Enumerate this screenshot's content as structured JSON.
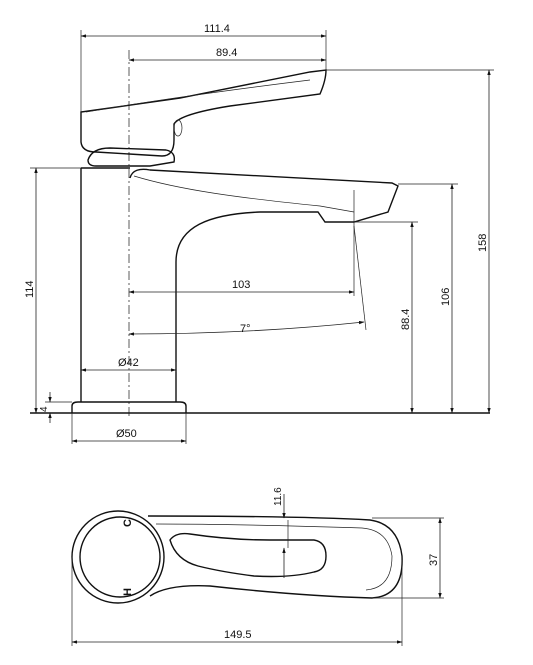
{
  "side_view": {
    "dims": {
      "overall_width": "111.4",
      "handle_width": "89.4",
      "overall_height": "158",
      "spout_height": "106",
      "outlet_height": "88.4",
      "body_height": "114",
      "base_thickness": "4",
      "spout_reach": "103",
      "spout_angle": "7°",
      "body_diameter": "Ø42",
      "base_diameter": "Ø50"
    }
  },
  "top_view": {
    "dims": {
      "overall_length": "149.5",
      "handle_width": "37",
      "handle_offset": "11.6"
    },
    "marks": {
      "cold": "C",
      "hot": "H"
    }
  }
}
